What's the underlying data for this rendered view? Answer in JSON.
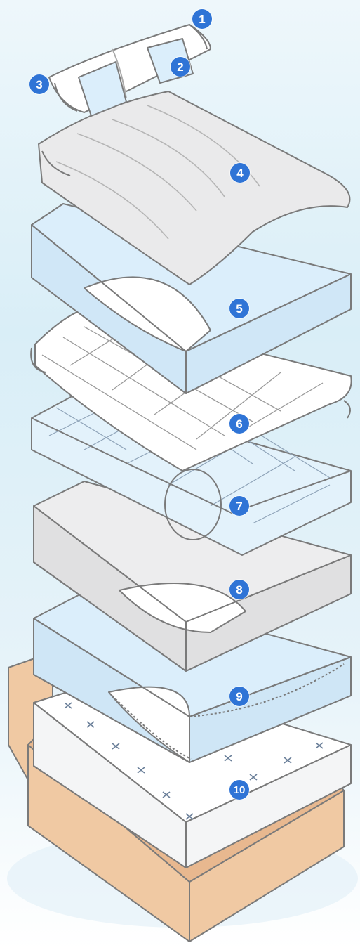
{
  "colors": {
    "sketch_stroke": "#7a7a7a",
    "white_fill": "#ffffff",
    "blue_fill": "#dbeefb",
    "grey_fill": "#e9e9ea",
    "wood_fill": "#f0c9a3",
    "badge_fill": "#2f74d6",
    "badge_text": "#ffffff"
  },
  "layers": [
    {
      "number": "1",
      "icon": "pillow-icon"
    },
    {
      "number": "2",
      "icon": "pillowcase-icon"
    },
    {
      "number": "3",
      "icon": "pillow-icon"
    },
    {
      "number": "4",
      "icon": "duvet-icon"
    },
    {
      "number": "5",
      "icon": "flat-sheet-icon"
    },
    {
      "number": "6",
      "icon": "quilted-topper-icon"
    },
    {
      "number": "7",
      "icon": "mattress-protector-icon"
    },
    {
      "number": "8",
      "icon": "fitted-sheet-icon"
    },
    {
      "number": "9",
      "icon": "mattress-cover-icon"
    },
    {
      "number": "10",
      "icon": "mattress-icon"
    }
  ]
}
